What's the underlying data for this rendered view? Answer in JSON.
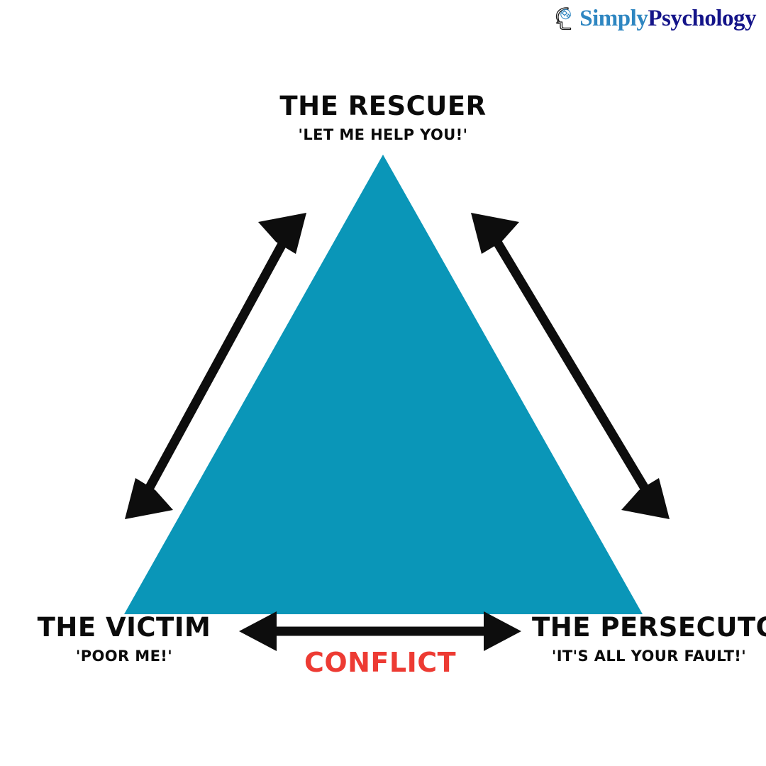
{
  "brand": {
    "logo_icon": "head-with-gears-icon",
    "name_part_one": "Simply",
    "name_part_two": "Psychology",
    "color_part_one": "#2E86C1",
    "color_part_two": "#141489"
  },
  "diagram": {
    "type": "drama-triangle",
    "shape": "triangle",
    "triangle_color": "#0A96B8",
    "arrow_color": "#0D0D0D",
    "background": "#FFFFFF",
    "nodes": [
      {
        "id": "rescuer",
        "title": "THE RESCUER",
        "quote": "'LET ME HELP YOU!'",
        "position": "top"
      },
      {
        "id": "victim",
        "title": "THE VICTIM",
        "quote": "'POOR ME!'",
        "position": "bottom-left"
      },
      {
        "id": "persecutor",
        "title": "THE PERSECUTOR",
        "quote": "'IT'S ALL YOUR FAULT!'",
        "position": "bottom-right"
      }
    ],
    "edges": [
      {
        "id": "victim-rescuer",
        "from": "victim",
        "to": "rescuer",
        "style": "double-headed-arrow",
        "label": ""
      },
      {
        "id": "rescuer-persecutor",
        "from": "rescuer",
        "to": "persecutor",
        "style": "double-headed-arrow",
        "label": ""
      },
      {
        "id": "victim-persecutor",
        "from": "victim",
        "to": "persecutor",
        "style": "double-headed-arrow",
        "label": "CONFLICT"
      }
    ],
    "conflict_label": "CONFLICT",
    "conflict_color": "#ED3B33"
  }
}
